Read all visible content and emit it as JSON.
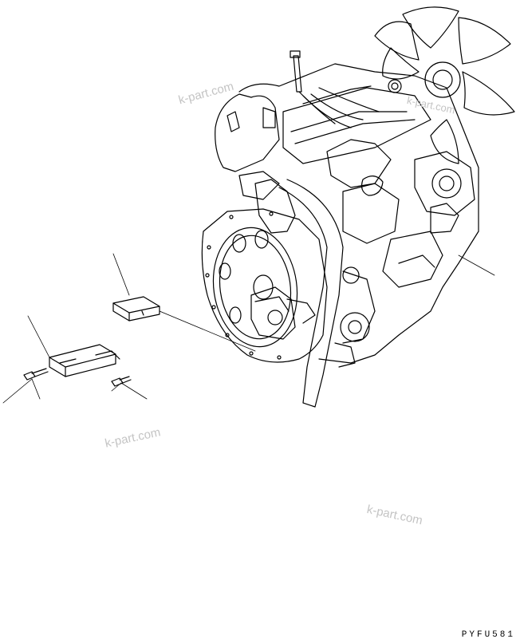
{
  "watermarks": [
    "k-part.com",
    "k-part.com",
    "k-part.com",
    "k-part.com"
  ],
  "drawing_code": "PYFU581",
  "colors": {
    "line": "#000000",
    "watermark": "#c4c4c4",
    "background": "#ffffff"
  }
}
